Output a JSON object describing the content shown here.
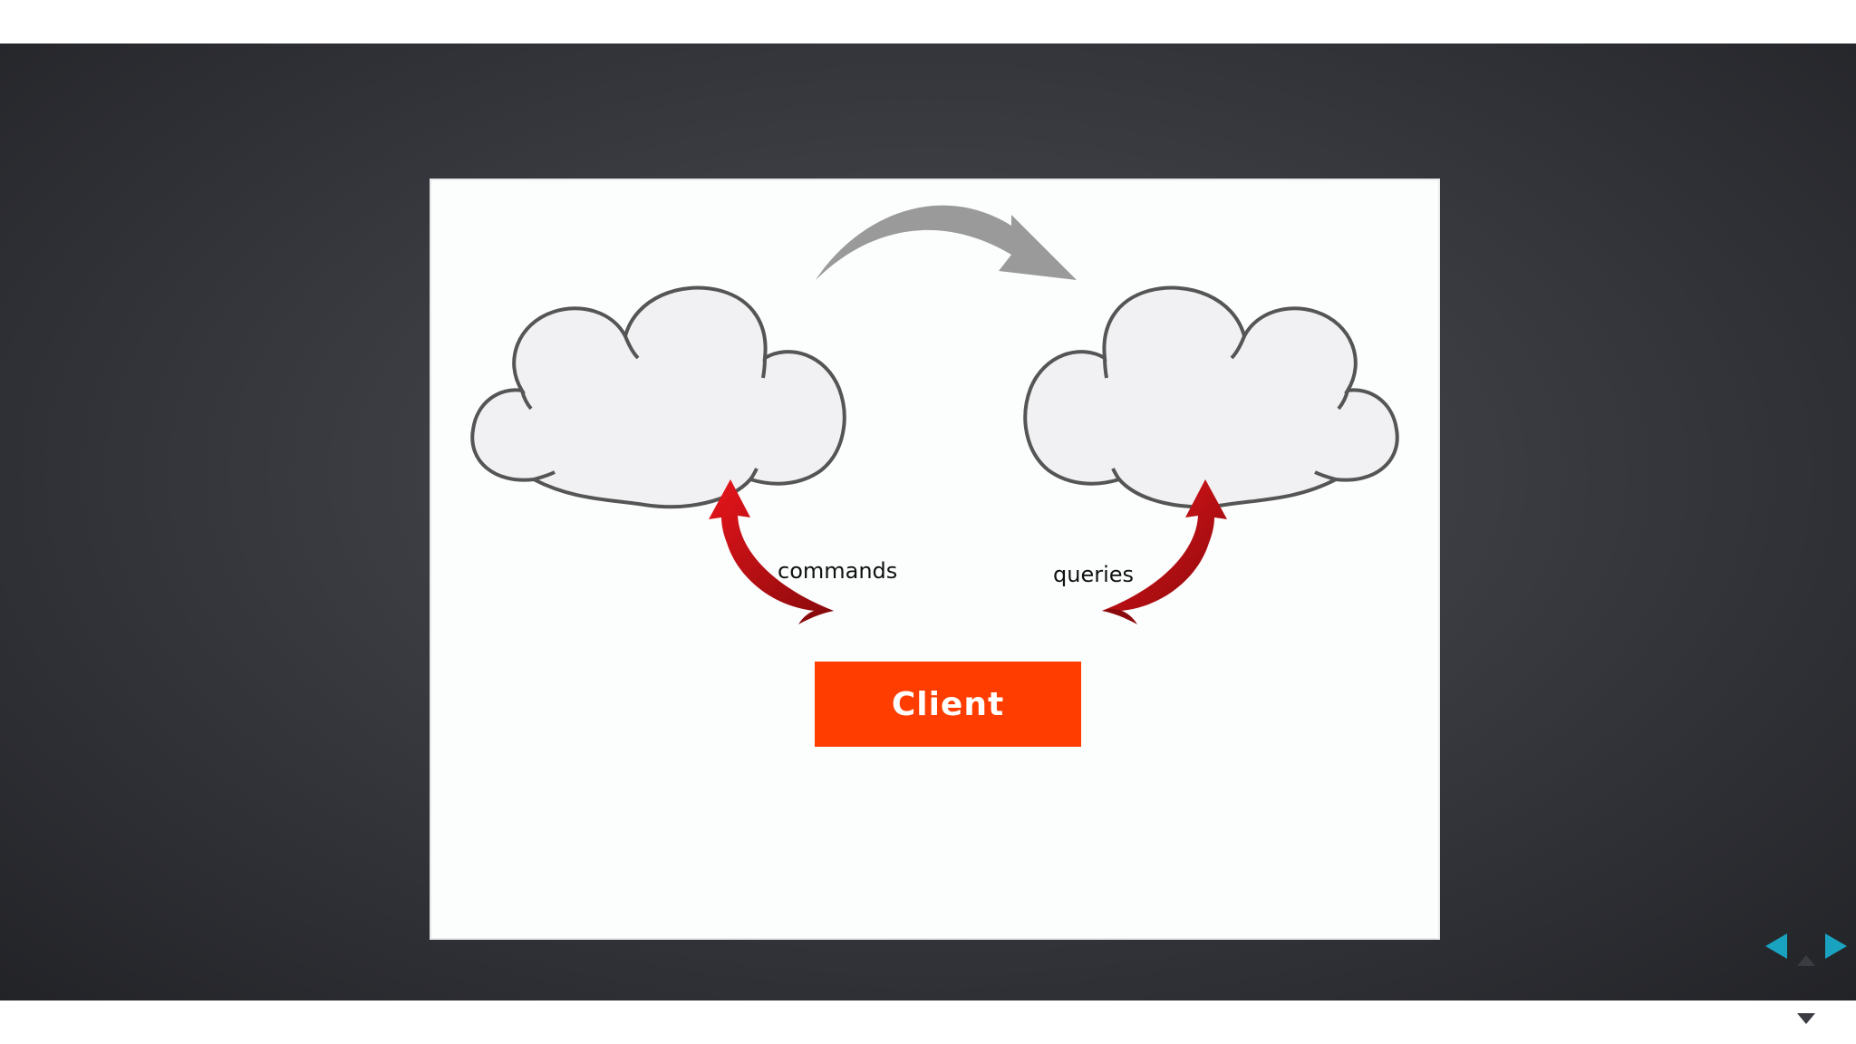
{
  "slide": {
    "diagram": {
      "left_cloud": "cloud-icon",
      "right_cloud": "cloud-icon",
      "top_arrow": "curved-arrow-right-icon",
      "commands_label": "commands",
      "queries_label": "queries",
      "client_label": "Client"
    }
  },
  "navigation": {
    "prev": "triangle-left-icon",
    "next": "triangle-right-icon"
  },
  "colors": {
    "background": "#2f3035",
    "slide": "#fcfdfd",
    "cloud_fill": "#f1f1f3",
    "cloud_stroke": "#555555",
    "arrow_gray": "#9a9a9a",
    "arrow_red": "#d40d12",
    "client_box": "#ff3d00",
    "nav_accent": "#1aa3c0"
  }
}
